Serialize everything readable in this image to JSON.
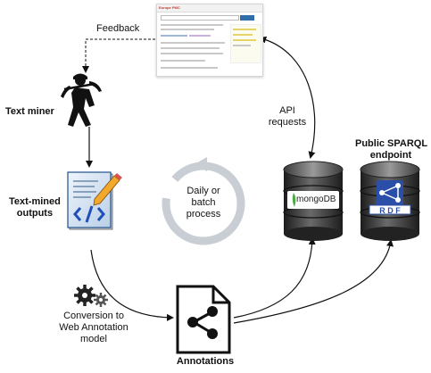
{
  "labels": {
    "feedback": "Feedback",
    "text_miner": "Text miner",
    "text_mined_outputs": [
      "Text-mined",
      "outputs"
    ],
    "cycle": [
      "Daily or",
      "batch",
      "process"
    ],
    "api_requests": [
      "API",
      "requests"
    ],
    "public_sparql": [
      "Public SPARQL",
      "endpoint"
    ],
    "conversion": [
      "Conversion  to",
      "Web Annotation",
      "model"
    ],
    "annotations": "Annotations",
    "mongodb": "mongoDB",
    "rdf": "R D F"
  },
  "screenshot_thumbnail": {
    "brand": "Europe PMC"
  },
  "colors": {
    "mongodb_green": "#4fa94d",
    "rdf_blue": "#2b4fa8",
    "cycle_gray": "#c8ced3",
    "db_dark": "#2b2b2b",
    "arrow": "#111111"
  },
  "icons": [
    "miner-icon",
    "document-code-icon",
    "gears-icon",
    "share-file-icon",
    "mongodb-database-icon",
    "rdf-database-icon",
    "refresh-cycle-icon"
  ]
}
